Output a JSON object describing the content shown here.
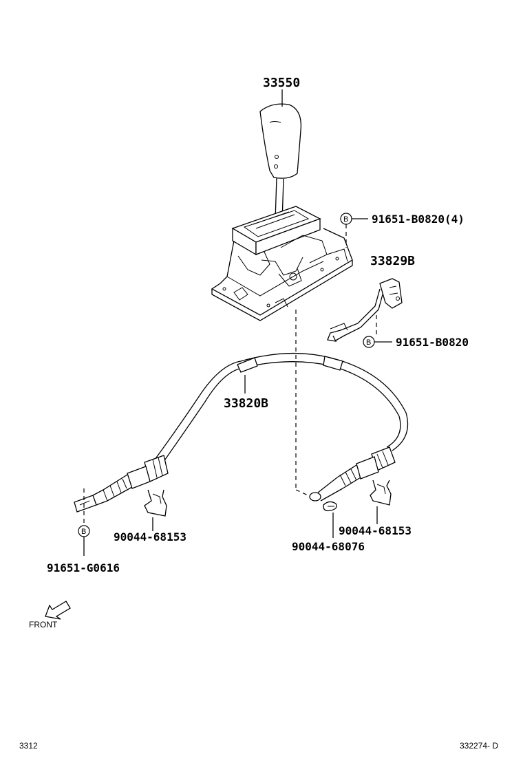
{
  "labels": {
    "shift_lever_knob": "33550",
    "bolt_top": "91651-B0820(4)",
    "bracket": "33829B",
    "bolt_bracket": "91651-B0820",
    "cable": "33820B",
    "clip_left": "90044-68153",
    "clip_right": "90044-68153",
    "pin_clip": "90044-68076",
    "bolt_left": "91651-G0616"
  },
  "bolt_marker": "B",
  "front_indicator": "FRONT",
  "footer": {
    "left_code": "3312",
    "right_code": "332274- D"
  }
}
